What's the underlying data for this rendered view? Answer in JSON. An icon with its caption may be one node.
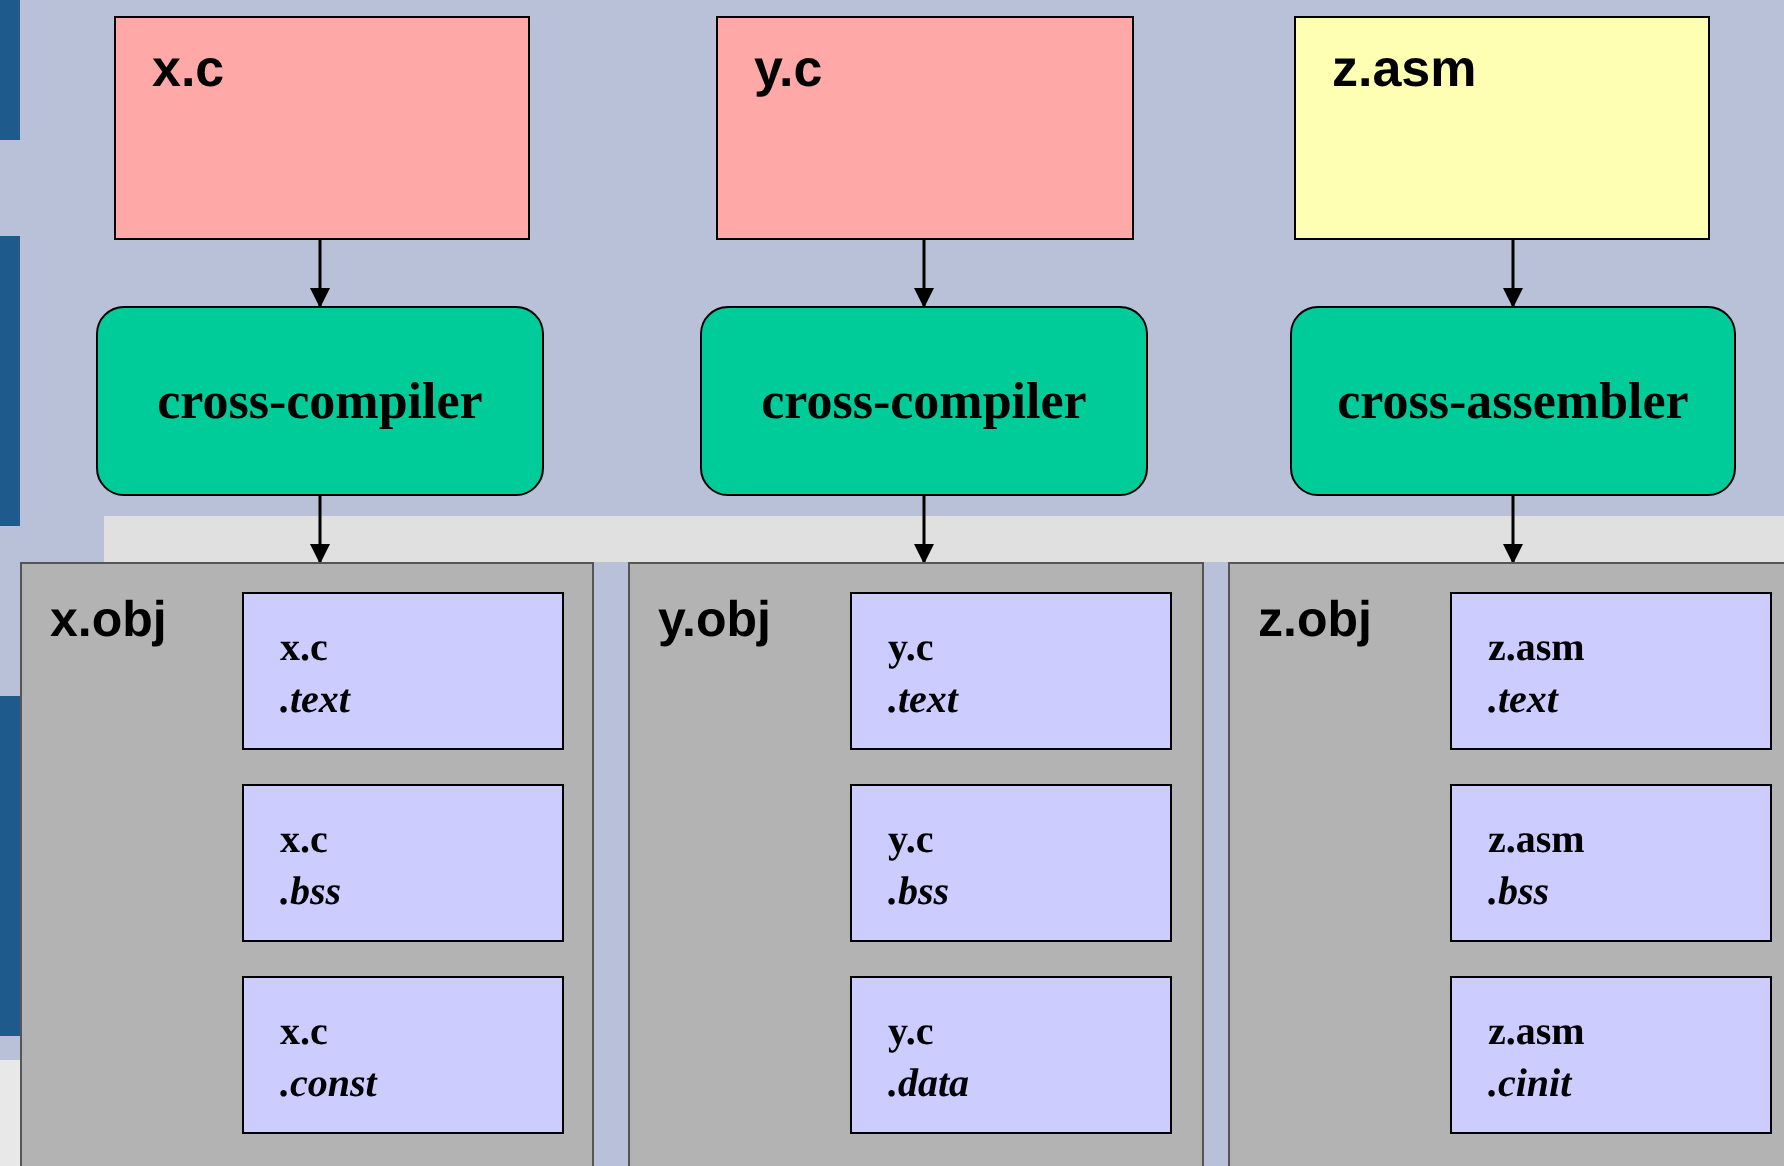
{
  "diagram": {
    "nodes": [
      {
        "text": [
          "x.c"
        ]
      },
      {
        "text": [
          "y.c"
        ]
      },
      {
        "text": [
          "z.asm"
        ]
      },
      {
        "text": [
          "cross-compiler"
        ]
      },
      {
        "text": [
          "cross-compiler"
        ]
      },
      {
        "text": [
          "cross-assembler"
        ]
      },
      {
        "text": [
          "x.obj"
        ]
      },
      {
        "text": [
          "x.c",
          ".text"
        ],
        "in": 6
      },
      {
        "text": [
          "x.c",
          ".bss"
        ],
        "in": 6
      },
      {
        "text": [
          "x.c",
          ".const"
        ],
        "in": 6
      },
      {
        "text": [
          "y.obj"
        ]
      },
      {
        "text": [
          "y.c",
          ".text"
        ],
        "in": 10
      },
      {
        "text": [
          "y.c",
          ".bss"
        ],
        "in": 10
      },
      {
        "text": [
          "y.c",
          ".data"
        ],
        "in": 10
      },
      {
        "text": [
          "z.obj"
        ]
      },
      {
        "text": [
          "z.asm",
          ".text"
        ],
        "in": 14
      },
      {
        "text": [
          "z.asm",
          ".bss"
        ],
        "in": 14
      },
      {
        "text": [
          "z.asm",
          ".cinit"
        ],
        "in": 14
      }
    ],
    "edges": [
      {
        "from": 0,
        "to": 3,
        "arrow": "to"
      },
      {
        "from": 3,
        "to": 6,
        "arrow": "to"
      },
      {
        "from": 1,
        "to": 4,
        "arrow": "to"
      },
      {
        "from": 4,
        "to": 10,
        "arrow": "to"
      },
      {
        "from": 2,
        "to": 5,
        "arrow": "to"
      },
      {
        "from": 5,
        "to": 14,
        "arrow": "to"
      }
    ]
  }
}
